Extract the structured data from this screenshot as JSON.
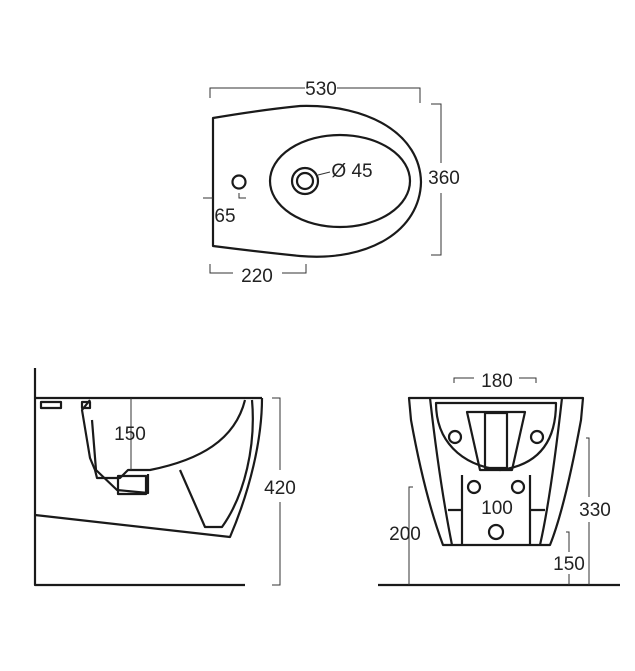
{
  "top_view": {
    "width_label": "530",
    "depth_label": "360",
    "drain_label": "Ø 45",
    "tap_hole_offset_label": "65",
    "tap_to_drain_label": "220"
  },
  "side_view": {
    "bowl_depth_label": "150",
    "height_label": "420"
  },
  "front_view": {
    "width_label": "180",
    "fixing_span_label": "100",
    "bottom_height_label": "200",
    "fixing_height_label": "330",
    "drain_height_label": "150"
  }
}
